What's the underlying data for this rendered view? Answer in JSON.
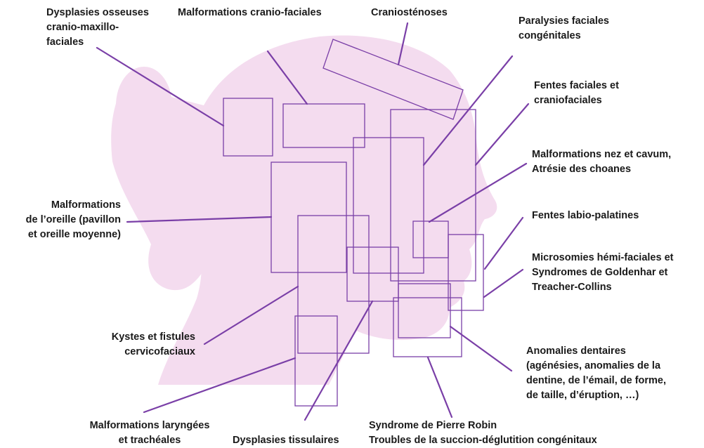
{
  "diagram": {
    "colors": {
      "silhouette": "#f4dcef",
      "box_stroke": "#7a3fa7",
      "text": "#1a1a1a"
    },
    "labels": {
      "dysplasies_osseuses": [
        "Dysplasies osseuses",
        "cranio-maxillo-",
        "faciales"
      ],
      "malformations_cranio_faciales": [
        "Malformations cranio-faciales"
      ],
      "craniostenoses": [
        "Craniosténoses"
      ],
      "paralysies_faciales": [
        "Paralysies faciales",
        "congénitales"
      ],
      "fentes_faciales": [
        "Fentes faciales et",
        "craniofaciales"
      ],
      "malformations_nez": [
        "Malformations nez et cavum,",
        "Atrésie des choanes"
      ],
      "fentes_labio_palatines": [
        "Fentes labio-palatines"
      ],
      "microsomies": [
        "Microsomies hémi-faciales et",
        "Syndromes de Goldenhar et",
        "Treacher-Collins"
      ],
      "anomalies_dentaires": [
        "Anomalies dentaires",
        "(agénésies, anomalies de la",
        "dentine, de l’émail, de forme,",
        "de taille, d’éruption, …)"
      ],
      "pierre_robin": [
        "Syndrome de Pierre Robin",
        "Troubles de la succion-déglutition congénitaux"
      ],
      "dysplasies_tissulaires": [
        "Dysplasies tissulaires"
      ],
      "malformations_laryngees": [
        "Malformations laryngées",
        "et trachéales"
      ],
      "kystes_fistules": [
        "Kystes et fistules",
        "cervicofaciaux"
      ],
      "malformations_oreille": [
        "Malformations",
        "de l’oreille (pavillon",
        "et oreille moyenne)"
      ]
    }
  }
}
